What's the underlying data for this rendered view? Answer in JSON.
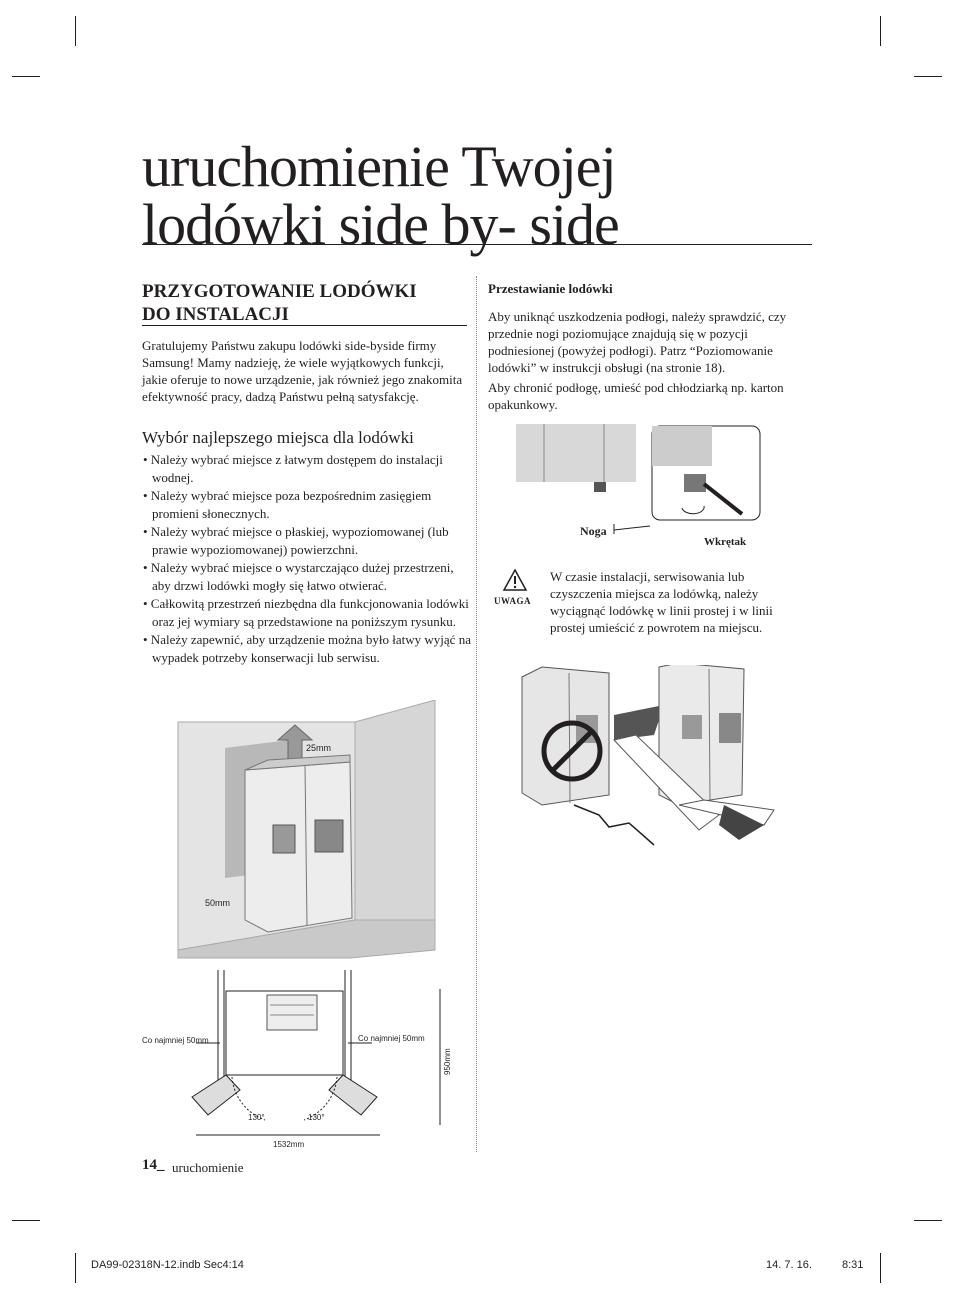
{
  "title": {
    "line1": "uruchomienie Twojej",
    "line2": "lodówki side by- side"
  },
  "left": {
    "heading_line1": "PRZYGOTOWANIE LODÓWKI",
    "heading_line2": "DO INSTALACJI",
    "intro": "Gratulujemy Państwu zakupu lodówki side-byside firmy Samsung! Mamy nadzieję, że wiele wyjątkowych funkcji, jakie oferuje to nowe urządzenie, jak również jego znakomita efektywność pracy, dadzą Państwu pełną satysfakcję.",
    "subheading": "Wybór najlepszego miejsca dla lodówki",
    "bullets": [
      "• Należy wybrać miejsce z łatwym dostępem do instalacji wodnej.",
      "• Należy wybrać miejsce poza bezpośrednim zasięgiem promieni słonecznych.",
      "• Należy wybrać miejsce o płaskiej, wypoziomowanej (lub prawie wypoziomowanej) powierzchni.",
      "• Należy wybrać miejsce o wystarczająco dużej przestrzeni, aby drzwi lodówki mogły się łatwo otwierać.",
      "• Całkowitą przestrzeń niezbędna dla funkcjonowania lodówki oraz jej wymiary są przedstawione na poniższym rysunku.",
      "• Należy zapewnić, aby urządzenie można było łatwy wyjąć na wypadek potrzeby konserwacji lub serwisu."
    ],
    "figure_labels": {
      "top_gap": "25mm",
      "side_gap": "50mm"
    },
    "plan_labels": {
      "left_min": "Co najmniej 50mm",
      "right_min": "Co najmniej 50mm",
      "depth": "950mm",
      "angle_left": "130°",
      "angle_right": "130°",
      "width": "1532mm"
    }
  },
  "right": {
    "heading": "Przestawianie lodówki",
    "para1": "Aby uniknąć uszkodzenia podłogi, należy sprawdzić, czy przednie nogi poziomujące znajdują się w pozycji podniesionej (powyżej podłogi). Patrz “Poziomowanie lodówki” w instrukcji obsługi (na stronie 18).",
    "para2": "Aby chronić podłogę, umieść pod chłodziarką np. karton opakunkowy.",
    "label_leg": "Noga",
    "label_screwdriver": "Wkrętak",
    "warning_label": "UWAGA",
    "warning_text": "W czasie instalacji, serwisowania lub czyszczenia miejsca za lodówką, należy wyciągnąć lodówkę w linii prostej i w linii prostej umieścić z powrotem na miejscu."
  },
  "footer": {
    "page_number": "14_",
    "section": "uruchomienie",
    "file": "DA99-02318N-12.indb   Sec4:14",
    "date": "14. 7. 16.",
    "time": "8:31"
  }
}
